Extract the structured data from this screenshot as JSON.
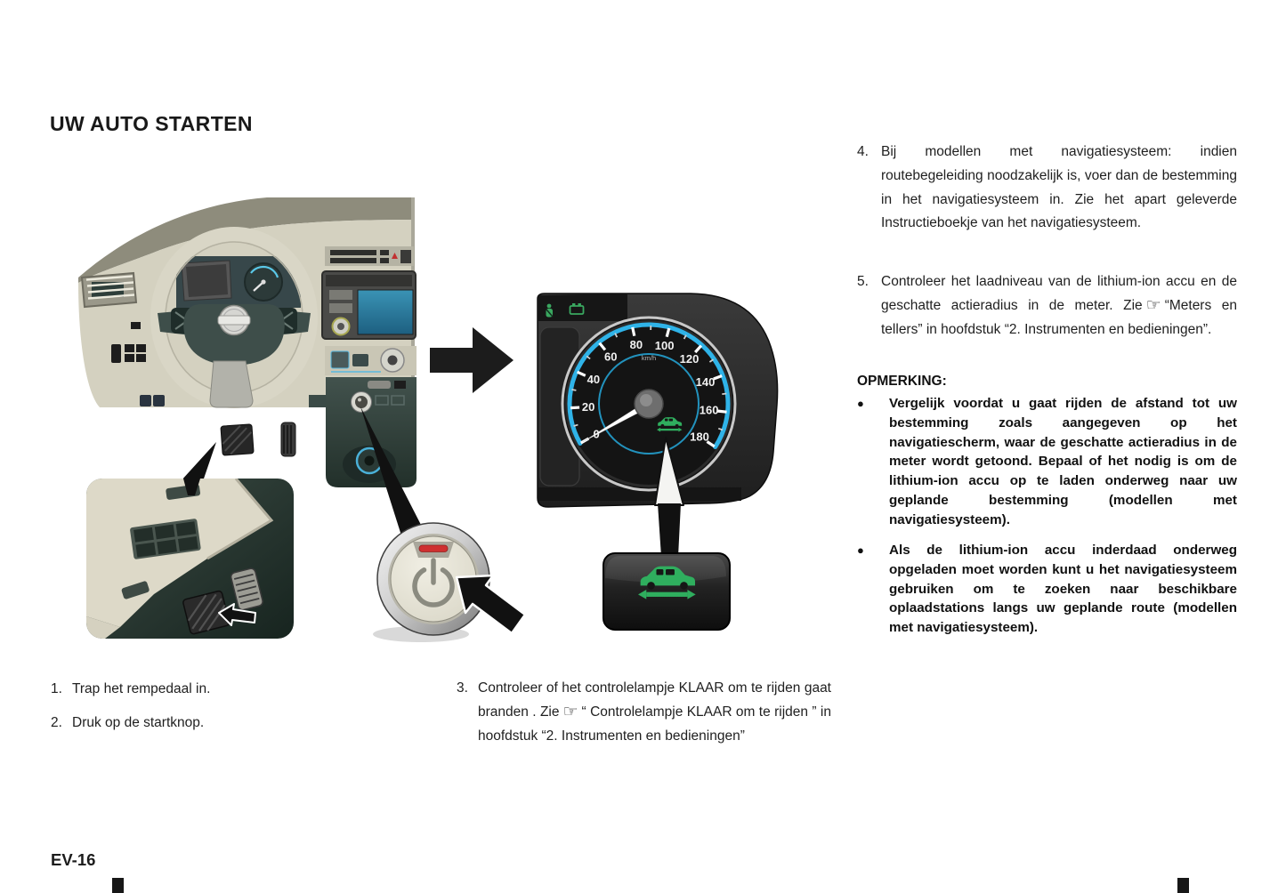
{
  "page": {
    "title": "UW AUTO STARTEN",
    "page_number": "EV-16"
  },
  "steps_left": [
    {
      "num": "1.",
      "text": "Trap het rempedaal in."
    },
    {
      "num": "2.",
      "text": "Druk op de startknop."
    }
  ],
  "step3": {
    "num": "3.",
    "text_before": "Controleer of het controlelampje KLAAR om te rijden gaat branden . Zie",
    "ref_icon": "☞",
    "text_after": "“ Controlelampje KLAAR om te rijden ” in hoofdstuk “2. Instrumenten en bedieningen”"
  },
  "step4": {
    "num": "4.",
    "text": "Bij modellen met navigatiesysteem: indien routebegeleiding noodzakelijk is, voer dan de bestemming in het navigatiesysteem in. Zie het apart geleverde Instructieboekje van het navigatiesysteem."
  },
  "step5": {
    "num": "5.",
    "text_before": "Controleer het laadniveau van de lithium-ion accu en de geschatte actieradius in de meter. Zie",
    "ref_icon": "☞",
    "text_after": "“Meters en tellers” in hoofdstuk “2. Instrumenten en bedieningen”."
  },
  "note": {
    "heading": "OPMERKING:",
    "bullet_glyph": "●",
    "bullets": [
      "Vergelijk voordat u gaat rijden de afstand tot uw bestemming zoals aangegeven op het navigatiescherm, waar de geschatte actieradius in de meter wordt getoond. Bepaal of het nodig is om de lithium-ion accu op te laden onderweg naar uw geplande bestemming (modellen met navigatiesysteem).",
      "Als de lithium-ion accu inderdaad onderweg opgeladen moet worden kunt u het navigatiesysteem gebruiken om te zoeken naar beschikbare oplaadstations langs uw geplande route (modellen met navigatiesysteem)."
    ]
  },
  "gauge": {
    "unit": "km/h",
    "labels": [
      0,
      20,
      40,
      60,
      80,
      100,
      120,
      140,
      160,
      180
    ],
    "max": 180,
    "needle_value": 0,
    "arc_color": "#2fb3e8",
    "tick_color": "#ffffff",
    "label_color": "#f2f2f2",
    "ready_color": "#2fae5e"
  },
  "colors": {
    "dash_beige": "#d4d1c0",
    "dash_top_pad": "#8e8c7c",
    "teal_dark": "#3b4b48",
    "cluster_bg": "#2a2a2a",
    "screen_blue": "#2e7fa2",
    "accent_blue": "#4ab0d8",
    "ready_green": "#2fae5e",
    "lamp_red": "#cf3030"
  }
}
